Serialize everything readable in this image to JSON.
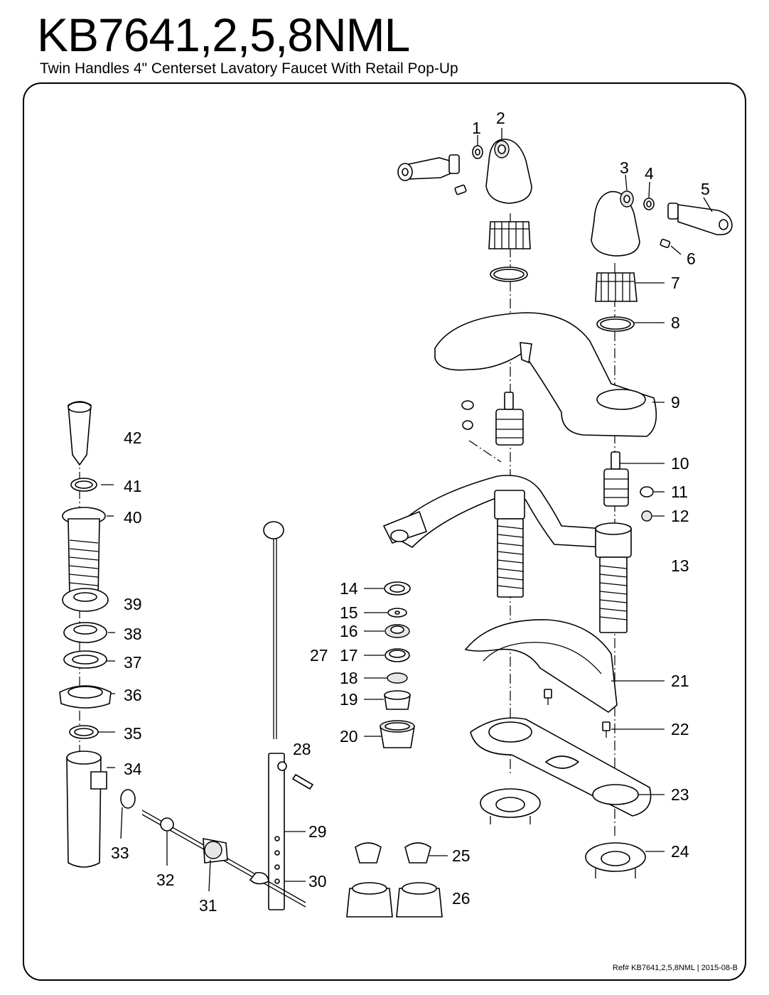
{
  "header": {
    "model": "KB7641,2,5,8NML",
    "description": "Twin Handles 4\" Centerset Lavatory Faucet With Retail Pop-Up"
  },
  "footer": {
    "reference": "Ref# KB7641,2,5,8NML | 2015-08-B"
  },
  "callouts": [
    "1",
    "2",
    "3",
    "4",
    "5",
    "6",
    "7",
    "8",
    "9",
    "10",
    "11",
    "12",
    "13",
    "14",
    "15",
    "16",
    "17",
    "18",
    "19",
    "20",
    "21",
    "22",
    "23",
    "24",
    "25",
    "26",
    "27",
    "28",
    "29",
    "30",
    "31",
    "32",
    "33",
    "34",
    "35",
    "36",
    "37",
    "38",
    "39",
    "40",
    "41",
    "42"
  ]
}
